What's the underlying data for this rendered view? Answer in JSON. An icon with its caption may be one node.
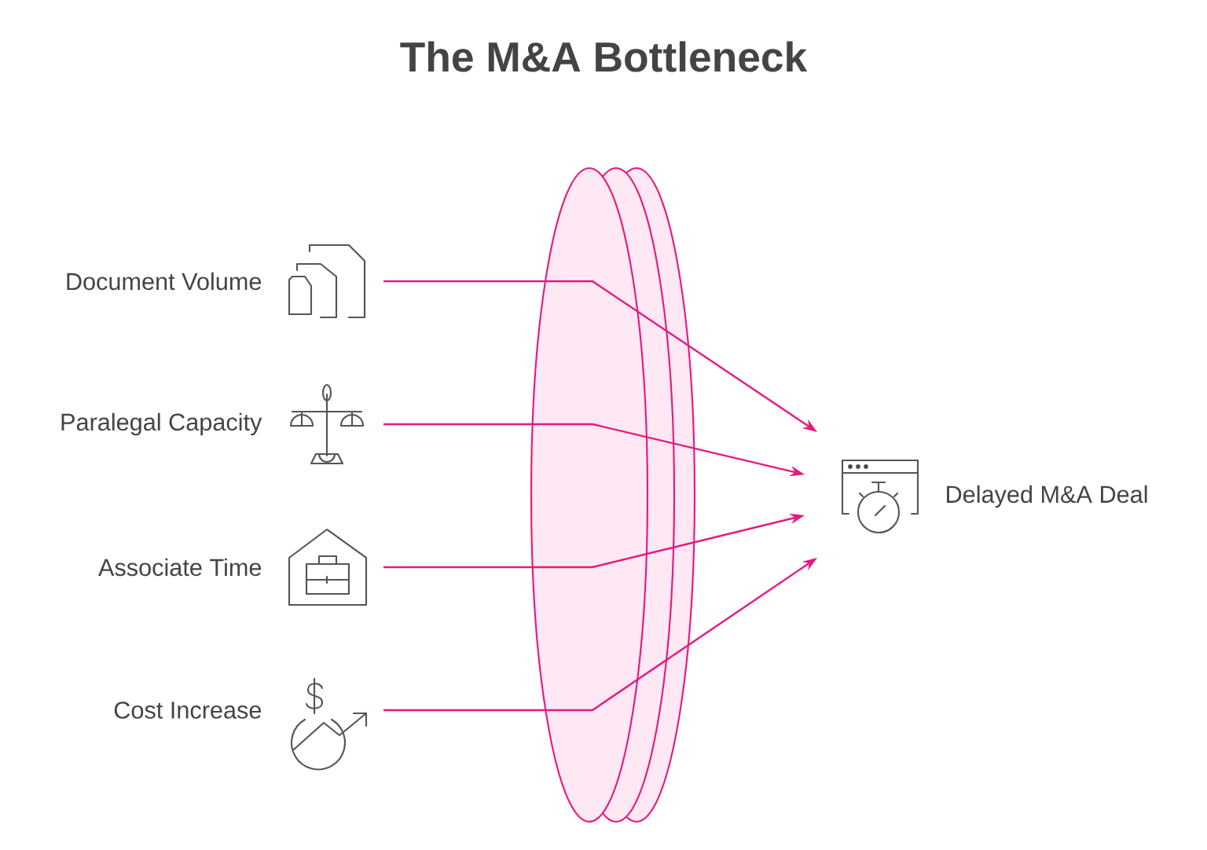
{
  "diagram": {
    "title": "The M&A Bottleneck",
    "nodes": [
      {
        "text": [
          "Document Volume"
        ]
      },
      {
        "text": [
          "Paralegal Capacity"
        ]
      },
      {
        "text": [
          "Associate Time"
        ]
      },
      {
        "text": [
          "Cost Increase"
        ]
      },
      {
        "text": [
          "Delayed M&A Deal"
        ]
      }
    ],
    "edges": [
      {
        "from": 0,
        "to": 4,
        "arrow": "to"
      },
      {
        "from": 1,
        "to": 4,
        "arrow": "to"
      },
      {
        "from": 2,
        "to": 4,
        "arrow": "to"
      },
      {
        "from": 3,
        "to": 4,
        "arrow": "to"
      }
    ]
  }
}
